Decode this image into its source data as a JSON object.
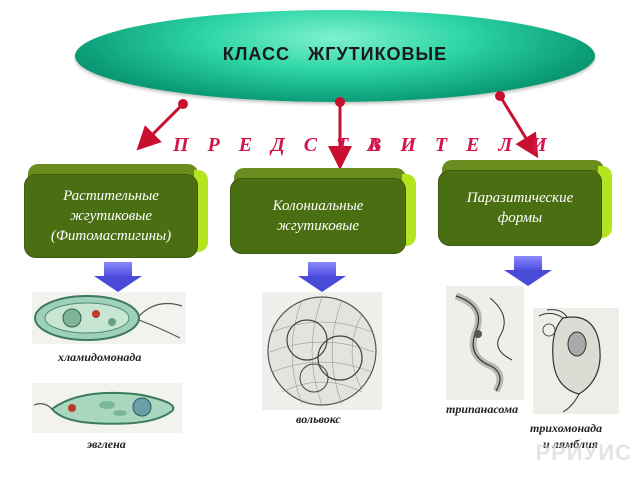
{
  "title": "КЛАСС   ЖГУТИКОВЫЕ",
  "representatives_left": "П Р Е Д С Т А",
  "representatives_right": "В И Т Е Л И",
  "groups": [
    {
      "line1": "Растительные",
      "line2": "жгутиковые",
      "line3": "(Фитомастигины)"
    },
    {
      "line1": "Колониальные",
      "line2": "жгутиковые"
    },
    {
      "line1": "Паразитические",
      "line2": "формы"
    }
  ],
  "captions": {
    "chlamydomonas": "хламидомонада",
    "euglena": "эвглена",
    "volvox": "вольвокс",
    "trypanosoma": "трипанасома",
    "trichomonas_line1": "трихомонада",
    "trichomonas_line2": "и лямблия"
  },
  "watermark": "РРИУИС",
  "colors": {
    "title_ellipse": "#1fc796",
    "box_front": "#4a6f12",
    "box_side": "#b4e31f",
    "red_text": "#d4144a",
    "arrow_red": "#c8102e",
    "arrow_purple": "#5050e0"
  }
}
